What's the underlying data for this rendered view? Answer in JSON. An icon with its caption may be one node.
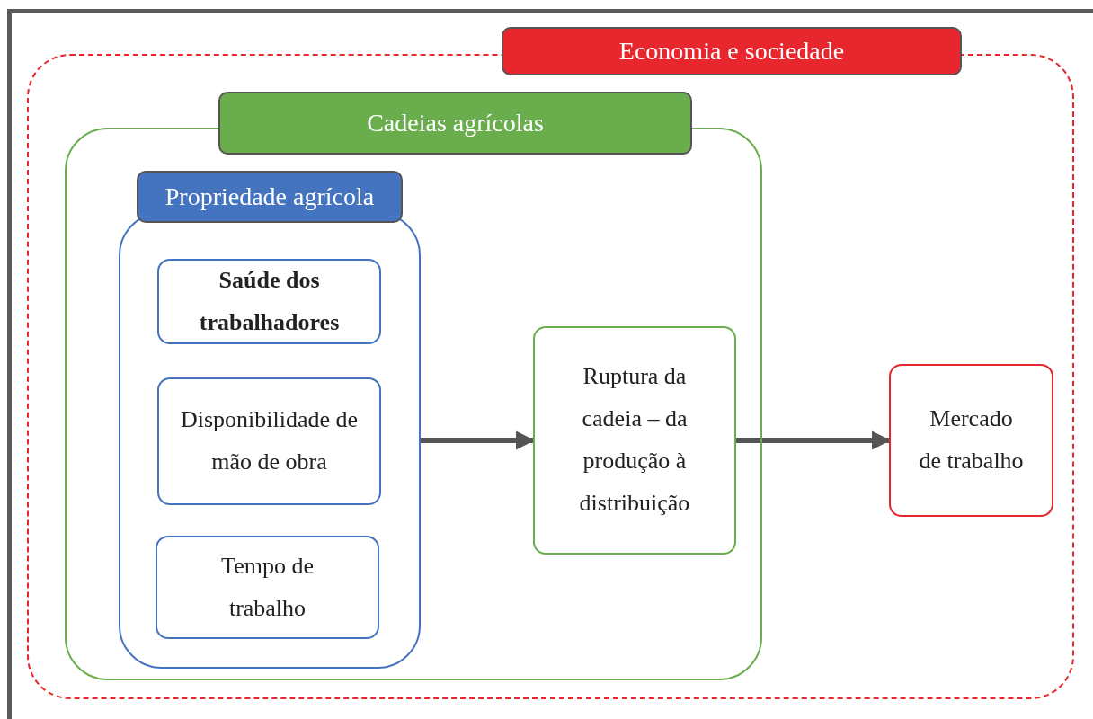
{
  "diagram": {
    "nodes": [
      {
        "text": [
          "Economia e sociedade"
        ]
      },
      {
        "text": [
          "Cadeias agrícolas"
        ],
        "in": 0
      },
      {
        "text": [
          "Propriedade agrícola"
        ],
        "in": 1
      },
      {
        "text": [
          "Saúde dos trabalhadores"
        ],
        "in": 2
      },
      {
        "text": [
          "Disponibilidade de mão de obra"
        ],
        "in": 2
      },
      {
        "text": [
          "Tempo de trabalho"
        ],
        "in": 2
      },
      {
        "text": [
          "Ruptura da cadeia – da produção à distribuição"
        ],
        "in": 1
      },
      {
        "text": [
          "Mercado de trabalho"
        ],
        "in": 0
      }
    ],
    "edges": [
      {
        "from": 2,
        "to": 6,
        "arrow": "to"
      },
      {
        "from": 6,
        "to": 7,
        "arrow": "to"
      }
    ]
  }
}
